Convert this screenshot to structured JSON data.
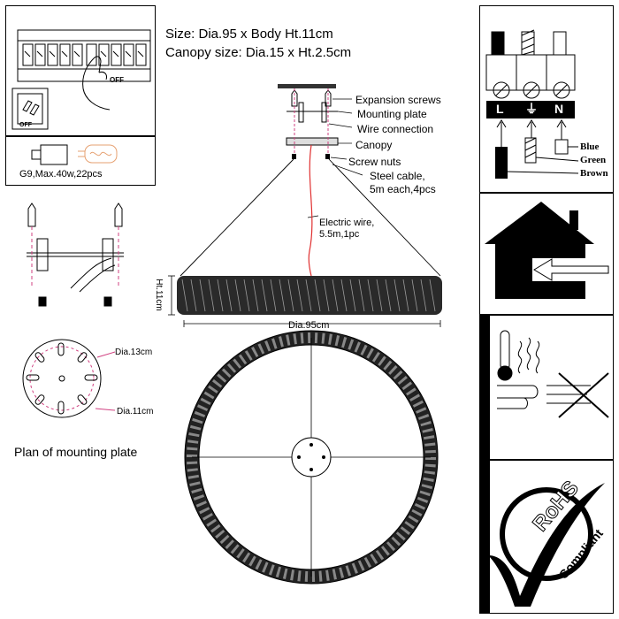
{
  "header": {
    "size_line": "Size: Dia.95 x Body Ht.11cm",
    "canopy_line": "Canopy size: Dia.15 x Ht.2.5cm"
  },
  "switch_panel": {
    "off_label_top": "OFF",
    "off_label_bottom": "OFF"
  },
  "bulb": {
    "spec": "G9,Max.40w,22pcs"
  },
  "plate": {
    "dia_outer": "Dia.13cm",
    "dia_inner": "Dia.11cm",
    "caption": "Plan of mounting plate"
  },
  "callouts": {
    "expansion_screws": "Expansion screws",
    "mounting_plate": "Mounting plate",
    "wire_connection": "Wire connection",
    "canopy": "Canopy",
    "screw_nuts": "Screw nuts",
    "steel_cable_1": "Steel cable,",
    "steel_cable_2": "5m each,4pcs",
    "electric_wire_1": "Electric wire,",
    "electric_wire_2": "5.5m,1pc"
  },
  "dimensions": {
    "height": "Ht.11cm",
    "diameter": "Dia.95cm"
  },
  "terminal": {
    "l": "L",
    "ground": "⏚",
    "n": "N",
    "blue": "Blue",
    "green": "Green",
    "brown": "Brown"
  },
  "colors": {
    "wire_red": "#e03030",
    "guide_pink": "#d04080",
    "ring_dark": "#222222"
  },
  "icons": [
    "switch-panel-icon",
    "bulb-icon",
    "terminal-block-icon",
    "house-icon",
    "heat-warning-icon",
    "rohs-compliant-icon"
  ]
}
